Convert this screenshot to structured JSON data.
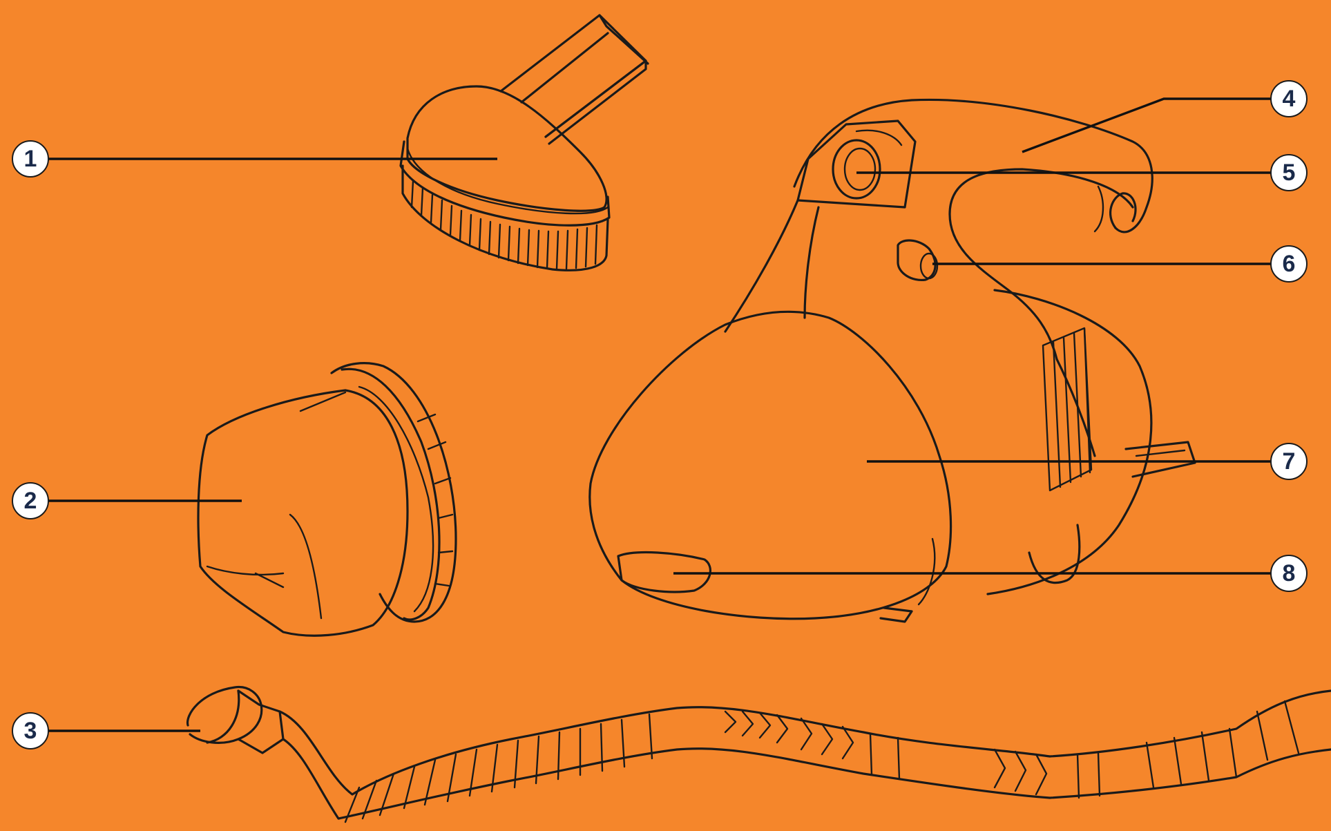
{
  "colors": {
    "background": "#f5862b",
    "line": "#1a1a1a",
    "callout_fill": "#ffffff",
    "callout_text": "#1a2a4a"
  },
  "callouts": [
    {
      "id": "1",
      "label": "1"
    },
    {
      "id": "2",
      "label": "2"
    },
    {
      "id": "3",
      "label": "3"
    },
    {
      "id": "4",
      "label": "4"
    },
    {
      "id": "5",
      "label": "5"
    },
    {
      "id": "6",
      "label": "6"
    },
    {
      "id": "7",
      "label": "7"
    },
    {
      "id": "8",
      "label": "8"
    }
  ],
  "parts": [
    {
      "callout": "1",
      "icon": "brush-nozzle-icon"
    },
    {
      "callout": "2",
      "icon": "dust-filter-icon"
    },
    {
      "callout": "3",
      "icon": "flexible-hose-icon"
    },
    {
      "callout": "4",
      "icon": "handle-icon"
    },
    {
      "callout": "5",
      "icon": "power-switch-icon"
    },
    {
      "callout": "6",
      "icon": "release-button-icon"
    },
    {
      "callout": "7",
      "icon": "dust-container-icon"
    },
    {
      "callout": "8",
      "icon": "container-release-icon"
    }
  ]
}
